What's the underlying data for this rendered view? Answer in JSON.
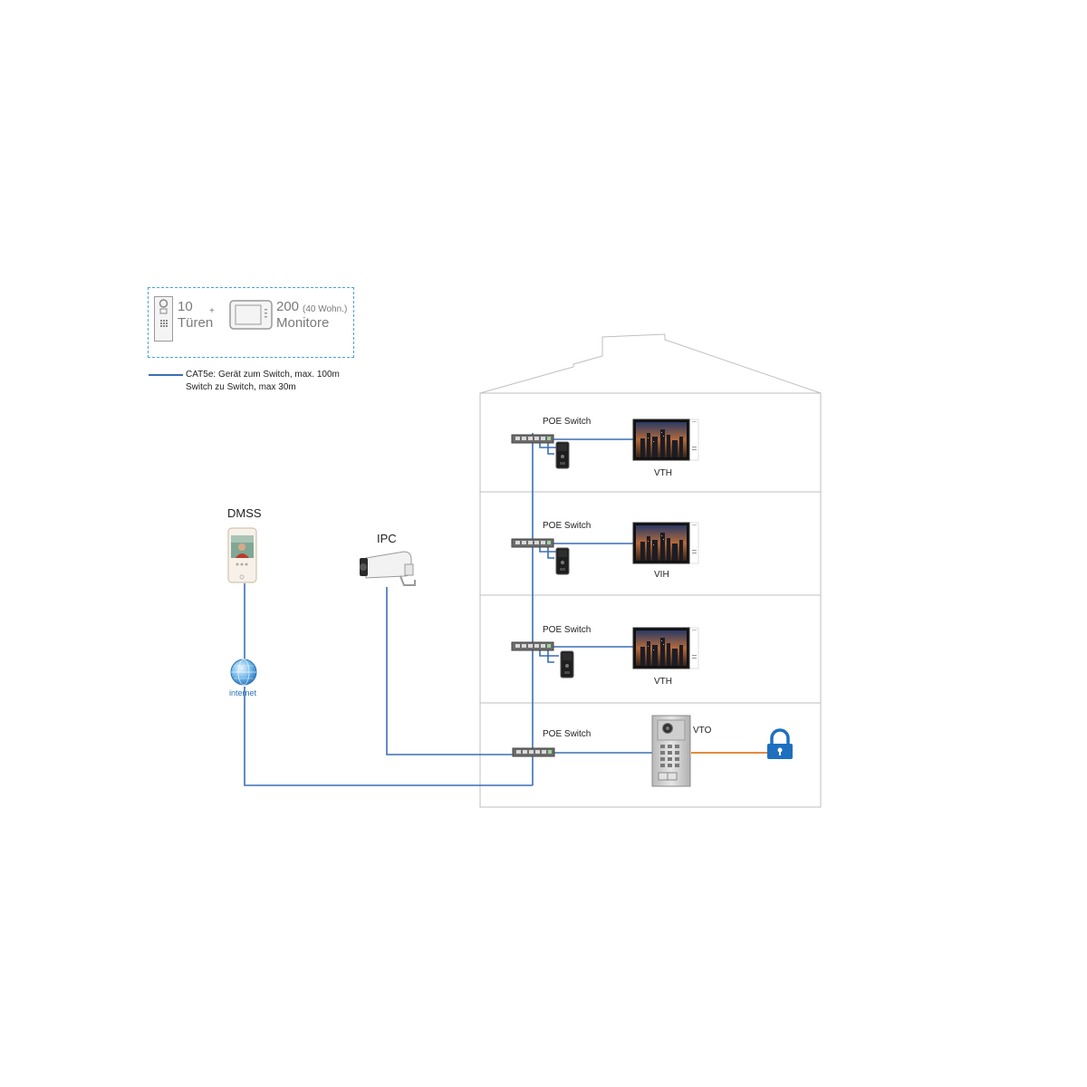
{
  "capacity": {
    "doors_count": "10",
    "doors_label": "Türen",
    "plus": "+",
    "monitors_count": "200",
    "monitors_note": "(40 Wohn.)",
    "monitors_label": "Monitore"
  },
  "legend": {
    "line1": "CAT5e: Gerät zum Switch, max. 100m",
    "line2": "Switch zu Switch, max 30m",
    "line_color": "#3a6fb5"
  },
  "devices": {
    "dmss": "DMSS",
    "internet": "internet",
    "ipc": "IPC",
    "vto": "VTO"
  },
  "floors": [
    {
      "switch_label": "POE Switch",
      "monitor_label": "VTH"
    },
    {
      "switch_label": "POE Switch",
      "monitor_label": "VIH"
    },
    {
      "switch_label": "POE Switch",
      "monitor_label": "VTH"
    },
    {
      "switch_label": "POE Switch"
    }
  ],
  "colors": {
    "cable": "#3a6fb5",
    "lock_cable": "#e07b1f",
    "lock": "#1f6fbf",
    "house_outline": "#bfbfbf",
    "legend_border": "#4aa3d9"
  }
}
